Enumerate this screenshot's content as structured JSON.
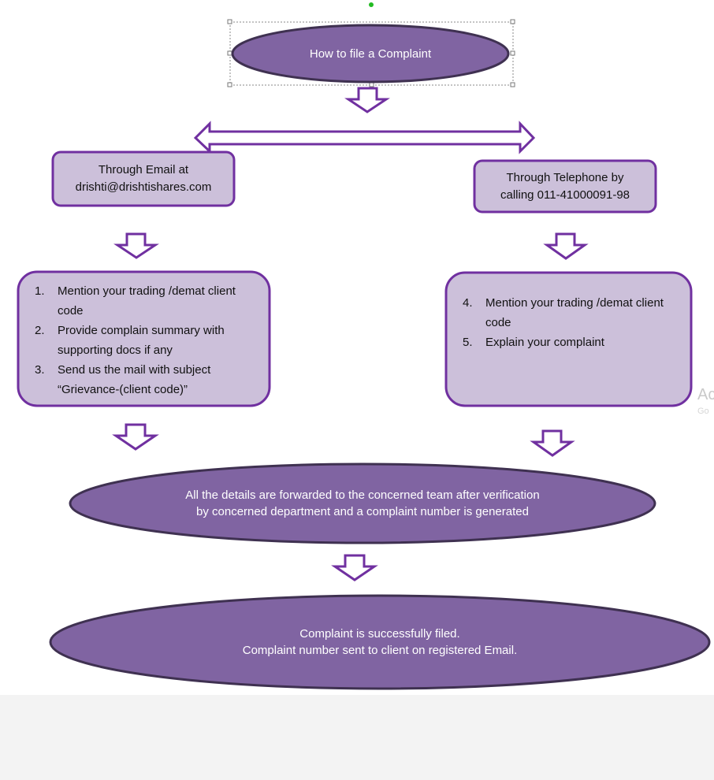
{
  "diagram": {
    "title_oval": "How to file a Complaint",
    "email_box": {
      "line1": "Through Email at",
      "line2": "drishti@drishtishares.com"
    },
    "phone_box": {
      "line1": "Through Telephone by",
      "line2": "calling 011-41000091-98"
    },
    "email_steps": [
      {
        "num": "1.",
        "text": "Mention your trading /demat client code"
      },
      {
        "num": "2.",
        "text": "Provide complain summary with supporting docs if any"
      },
      {
        "num": "3.",
        "text": "Send us the mail with subject “Grievance-(client code)”"
      }
    ],
    "phone_steps": [
      {
        "num": "4.",
        "text": "Mention your trading /demat client code"
      },
      {
        "num": "5.",
        "text": "Explain your complaint"
      }
    ],
    "forward_oval": {
      "line1": "All the details are forwarded to the concerned team after verification",
      "line2": "by concerned department and a complaint number is generated"
    },
    "final_oval": {
      "line1": "Complaint is successfully filed.",
      "line2": "Complaint number sent to client on registered Email."
    }
  },
  "watermark": {
    "text": "Ac",
    "subtext": "Go"
  },
  "colors": {
    "oval_fill": "#8064a2",
    "oval_stroke": "#3f3151",
    "box_fill": "#ccc0da",
    "box_stroke": "#7030a0",
    "arrow_stroke": "#7030a0"
  }
}
